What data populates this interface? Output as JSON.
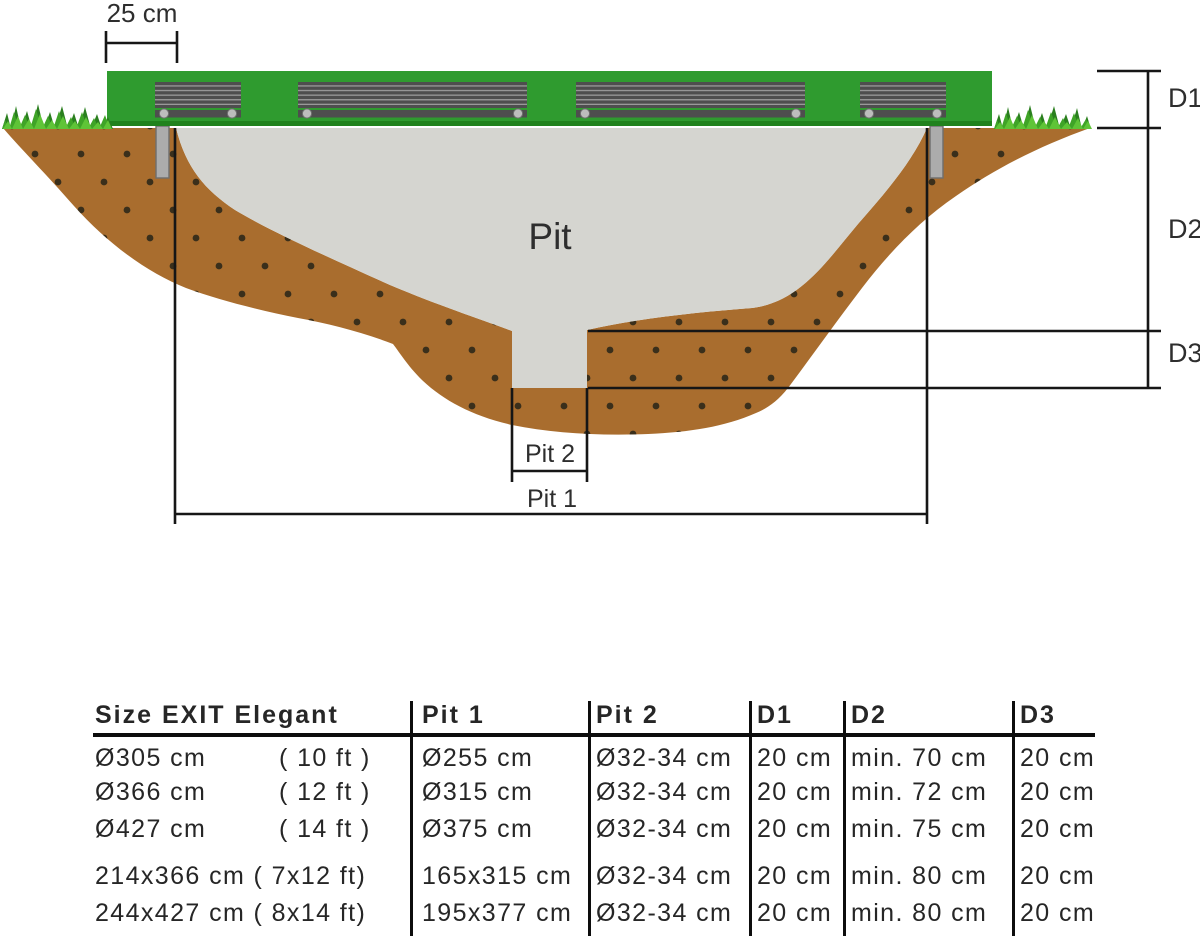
{
  "diagram": {
    "labels": {
      "offset_top": "25 cm",
      "pit": "Pit",
      "d1": "D1",
      "d2": "D2",
      "d3": "D3",
      "pit2": "Pit 2",
      "pit1": "Pit 1"
    },
    "colors": {
      "frame_green": "#2f9b2f",
      "frame_edge_green": "#20821d",
      "grass_dark": "#2a7f1e",
      "grass_mid": "#3fa427",
      "grass_light": "#5fc437",
      "soil_brown": "#a96d2e",
      "soil_dot": "#3a2f1b",
      "pit_gray": "#d5d5d0",
      "grille_dark": "#4e4e4e",
      "grille_stripe": "#9a9a9a",
      "rivet_gray": "#bdbdbd",
      "anchor_gray": "#acacac",
      "dimension_line": "#161616"
    }
  },
  "table": {
    "headers": [
      "Size EXIT Elegant",
      "Pit 1",
      "Pit 2",
      "D1",
      "D2",
      "D3"
    ],
    "rows": [
      {
        "size": "Ø305 cm",
        "ft": "( 10 ft )",
        "pit1": "Ø255 cm",
        "pit2": "Ø32-34 cm",
        "d1": "20 cm",
        "d2": "min. 70 cm",
        "d3": "20 cm"
      },
      {
        "size": "Ø366 cm",
        "ft": "( 12 ft )",
        "pit1": "Ø315 cm",
        "pit2": "Ø32-34 cm",
        "d1": "20 cm",
        "d2": "min. 72 cm",
        "d3": "20 cm"
      },
      {
        "size": "Ø427 cm",
        "ft": "( 14 ft )",
        "pit1": "Ø375 cm",
        "pit2": "Ø32-34 cm",
        "d1": "20 cm",
        "d2": "min. 75 cm",
        "d3": "20 cm"
      },
      {
        "size": "214x366 cm",
        "ft": "( 7x12 ft)",
        "pit1": "165x315 cm",
        "pit2": "Ø32-34 cm",
        "d1": "20 cm",
        "d2": "min. 80 cm",
        "d3": "20 cm"
      },
      {
        "size": "244x427 cm",
        "ft": "( 8x14 ft)",
        "pit1": "195x377 cm",
        "pit2": "Ø32-34 cm",
        "d1": "20 cm",
        "d2": "min. 80 cm",
        "d3": "20 cm"
      }
    ]
  }
}
